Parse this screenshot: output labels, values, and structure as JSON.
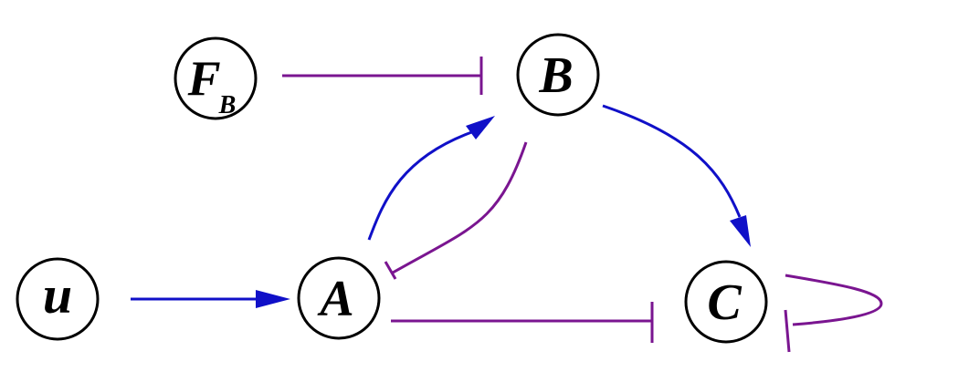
{
  "colors": {
    "activation": "#1010c8",
    "inhibition": "#7a1590",
    "node_stroke": "#000000",
    "background": "#ffffff"
  },
  "nodes": {
    "fb": {
      "label": "F",
      "subscript": "B"
    },
    "b": {
      "label": "B"
    },
    "u": {
      "label": "u"
    },
    "a": {
      "label": "A"
    },
    "c": {
      "label": "C"
    }
  },
  "edges": [
    {
      "from": "fb",
      "to": "b",
      "kind": "inhibition"
    },
    {
      "from": "a",
      "to": "b",
      "kind": "activation"
    },
    {
      "from": "b",
      "to": "a",
      "kind": "inhibition"
    },
    {
      "from": "b",
      "to": "c",
      "kind": "activation"
    },
    {
      "from": "u",
      "to": "a",
      "kind": "activation"
    },
    {
      "from": "a",
      "to": "c",
      "kind": "inhibition"
    },
    {
      "from": "c",
      "to": "c",
      "kind": "inhibition"
    }
  ]
}
